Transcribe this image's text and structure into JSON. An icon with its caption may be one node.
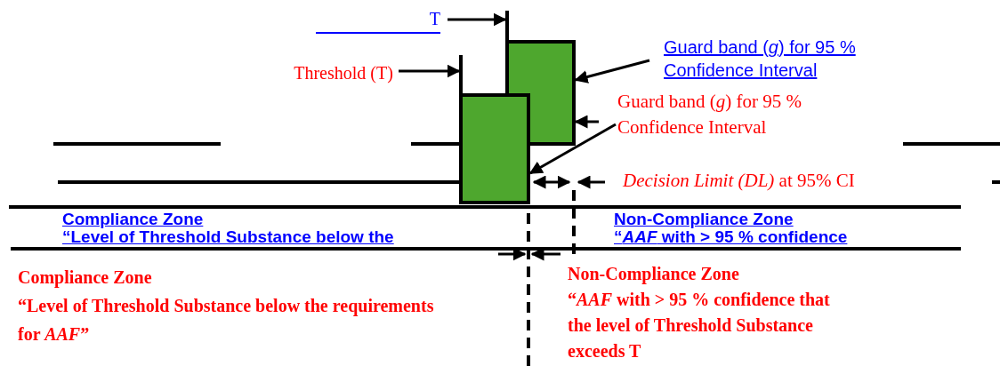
{
  "diagram": {
    "nodes": [
      {
        "text": [
          "T"
        ]
      },
      {
        "text": [
          "Threshold (T)"
        ]
      },
      {
        "text": [],
        "shape": "box"
      },
      {
        "text": [],
        "shape": "box"
      },
      {
        "text": [
          "Guard band (*g*) for 95 % Confidence Interval"
        ]
      },
      {
        "text": [
          "Guard band (*g*) for 95 % Confidence Interval"
        ]
      },
      {
        "text": [
          "*Decision Limit (DL)* at 95% CI"
        ]
      },
      {
        "text": [
          "Compliance Zone",
          "“Level of Threshold Substance below the"
        ]
      },
      {
        "text": [
          "Non-Compliance Zone",
          "“*AAF* with > 95 % confidence"
        ]
      },
      {
        "text": [
          "Compliance Zone",
          "“Level of Threshold Substance below the requirements for *AAF*”"
        ]
      },
      {
        "text": [
          "Non-Compliance Zone",
          "“*AAF* with > 95 % confidence that the level of Threshold Substance exceeds T"
        ]
      }
    ],
    "edges": [
      {
        "from": 0,
        "to": 2,
        "arrow": "to"
      },
      {
        "from": 1,
        "to": 3,
        "arrow": "to"
      },
      {
        "from": 4,
        "to": 2,
        "arrow": "to"
      },
      {
        "from": 5,
        "to": 3,
        "arrow": "to"
      },
      {
        "from": 5,
        "to": 2,
        "arrow": "to"
      }
    ]
  }
}
